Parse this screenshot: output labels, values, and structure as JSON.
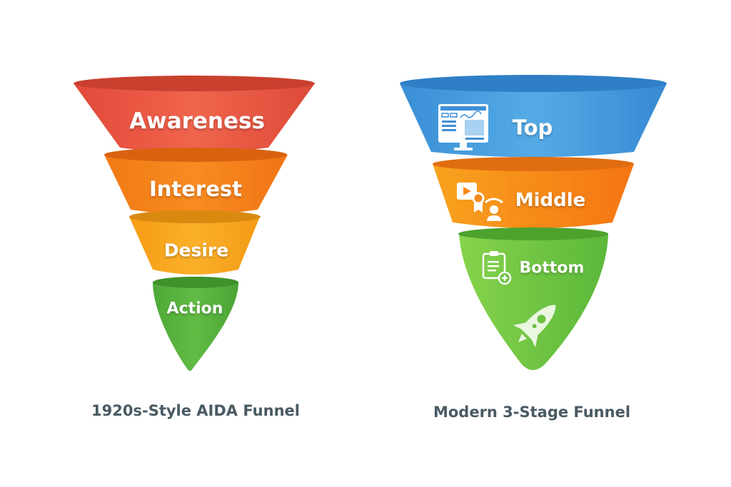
{
  "left_funnel": {
    "caption": "1920s-Style AIDA Funnel",
    "stages": [
      {
        "label": "Awareness",
        "color": "#e95a44"
      },
      {
        "label": "Interest",
        "color": "#f57f1f"
      },
      {
        "label": "Desire",
        "color": "#f8a61e"
      },
      {
        "label": "Action",
        "color": "#58b33e"
      }
    ]
  },
  "right_funnel": {
    "caption": "Modern 3-Stage Funnel",
    "stages": [
      {
        "label": "Top",
        "icon": "monitor-dashboard-icon",
        "color": "#3f97dc"
      },
      {
        "label": "Middle",
        "icon": "video-webinar-icon",
        "color": "#f7891b"
      },
      {
        "label": "Bottom",
        "icon": "clipboard-add-icon",
        "color": "#6cc241",
        "extra_icon": "rocket-icon"
      }
    ]
  }
}
